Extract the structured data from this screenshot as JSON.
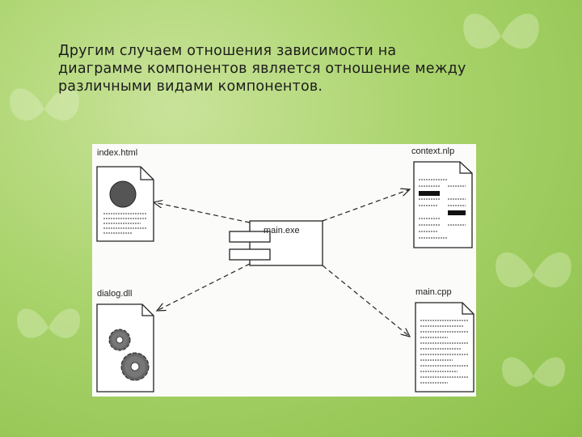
{
  "slide": {
    "text_lines": [
      "Другим случаем отношения зависимости на",
      "диаграмме компонентов является отношение между",
      "различными видами компонентов."
    ]
  },
  "diagram": {
    "components": {
      "index": "index.html",
      "context": "context.nlp",
      "main_exe": "main.exe",
      "dialog": "dialog.dll",
      "main_cpp": "main.cpp"
    }
  },
  "colors": {
    "background": "#a9d36b",
    "panel": "#fbfbf9",
    "ink": "#222222"
  },
  "icons": [
    "butterfly-icon",
    "globe-icon",
    "gear-icon",
    "document-icon"
  ]
}
